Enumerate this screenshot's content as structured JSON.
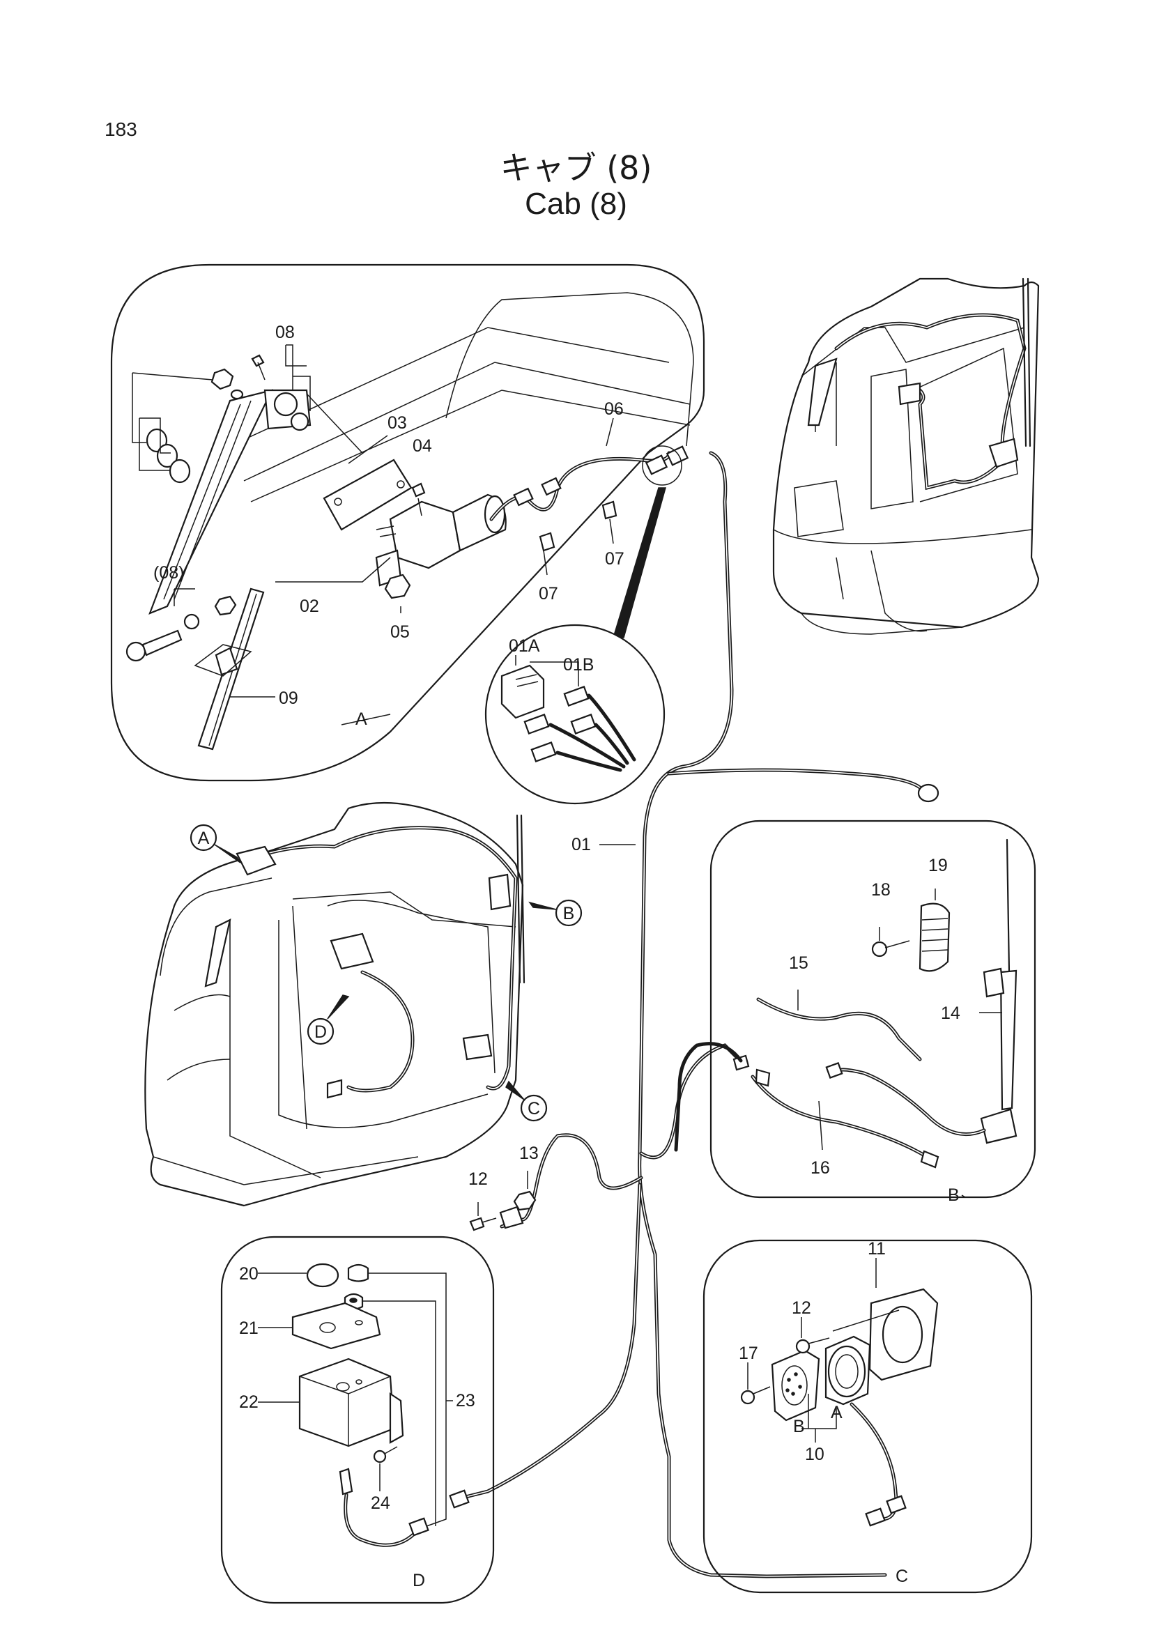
{
  "page_number": "183",
  "title_jp": "キャブ (8)",
  "title_en": "Cab (8)",
  "labels": {
    "p01": "01",
    "p01a": "01A",
    "p01b": "01B",
    "p02": "02",
    "p03": "03",
    "p04": "04",
    "p05": "05",
    "p06": "06",
    "p07a": "07",
    "p07b": "07",
    "p08": "08",
    "p08ref": "(08)",
    "p09": "09",
    "p10": "10",
    "p11": "11",
    "p12a": "12",
    "p12b": "12",
    "p13": "13",
    "p14": "14",
    "p15": "15",
    "p16": "16",
    "p17": "17",
    "p18": "18",
    "p19": "19",
    "p20": "20",
    "p21": "21",
    "p22": "22",
    "p23": "23",
    "p24": "24"
  },
  "detail_views": {
    "a": "A",
    "b": "B",
    "c": "C",
    "d": "D"
  },
  "callouts": {
    "a": "A",
    "b": "B",
    "c": "C",
    "d": "D"
  },
  "speaker_sub": {
    "a": "A",
    "b": "B"
  }
}
